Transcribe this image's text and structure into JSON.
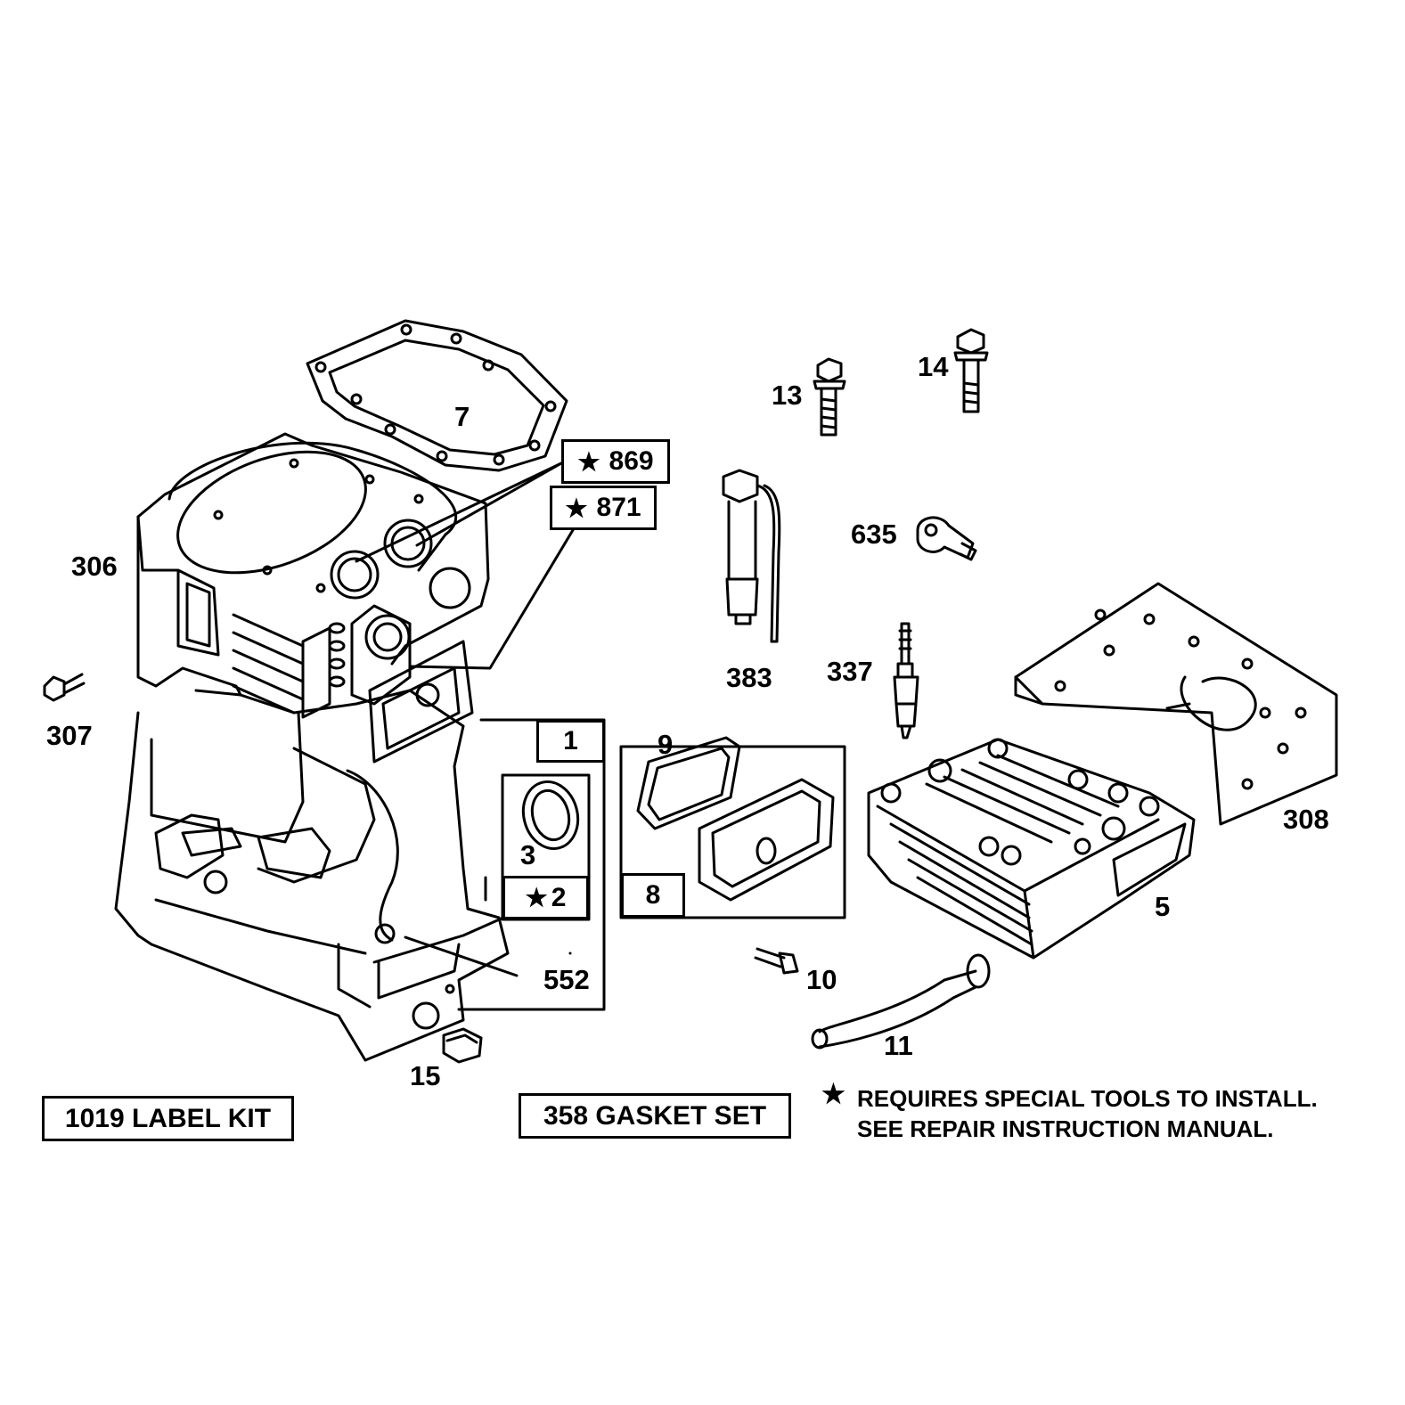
{
  "diagram": {
    "star_symbol": "★",
    "callouts": {
      "c7": "7",
      "c306": "306",
      "c307": "307",
      "c13": "13",
      "c14": "14",
      "c635": "635",
      "c383": "383",
      "c337": "337",
      "c308": "308",
      "c5": "5",
      "c9": "9",
      "c3": "3",
      "c552": "552",
      "c15": "15",
      "c10": "10",
      "c11": "11"
    },
    "boxed": {
      "b869": "869",
      "b871": "871",
      "b1": "1",
      "b2": "2",
      "b8": "8"
    },
    "kits": {
      "label_kit": "1019 LABEL KIT",
      "gasket_set": "358 GASKET SET"
    },
    "footnote": {
      "line1": "REQUIRES SPECIAL TOOLS TO INSTALL.",
      "line2": "SEE REPAIR INSTRUCTION MANUAL."
    }
  }
}
